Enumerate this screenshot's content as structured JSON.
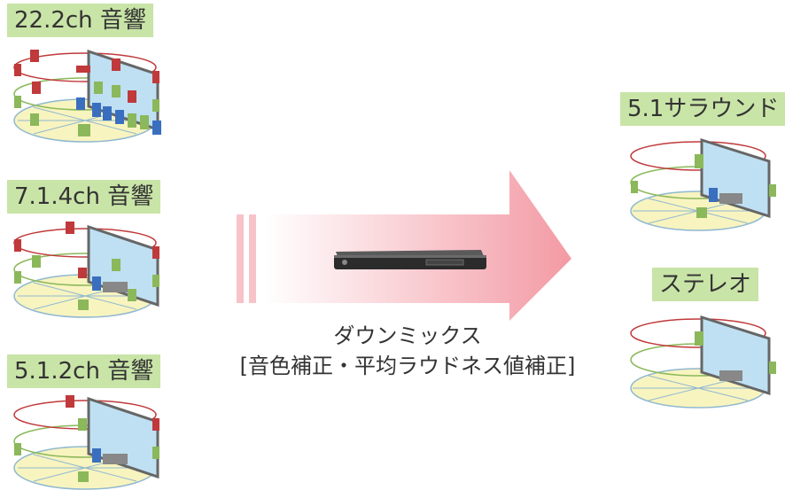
{
  "inputs": [
    {
      "label": "22.2ch 音響"
    },
    {
      "label": "7.1.4ch 音響"
    },
    {
      "label": "5.1.2ch 音響"
    }
  ],
  "outputs": [
    {
      "label": "5.1サラウンド"
    },
    {
      "label": "ステレオ"
    }
  ],
  "process": {
    "line1": "ダウンミックス",
    "line2": "[音色補正・平均ラウドネス値補正]"
  },
  "colors": {
    "label_bg": "#c9e4a7",
    "arrow_start": "#ffffff",
    "arrow_end": "#f39aa4",
    "floor_fill": "#f8f4c0",
    "ring_upper": "#c0393b",
    "ring_middle": "#8bb85a",
    "speaker_red": "#c0393b",
    "speaker_green": "#8bb85a",
    "speaker_blue": "#3a6fc0",
    "screen": "#bfe0f3"
  }
}
